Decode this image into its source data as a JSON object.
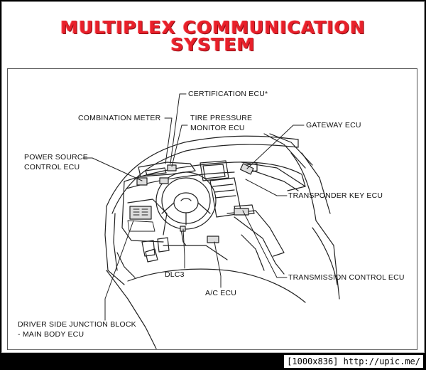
{
  "title": {
    "line1": "MULTIPLEX COMMUNICATION",
    "line2": "SYSTEM"
  },
  "labels": {
    "certification_ecu": "CERTIFICATION ECU*",
    "combination_meter": "COMBINATION METER",
    "tire_pressure_1": "TIRE PRESSURE",
    "tire_pressure_2": "MONITOR ECU",
    "gateway_ecu": "GATEWAY ECU",
    "power_source_1": "POWER SOURCE",
    "power_source_2": "CONTROL ECU",
    "transponder_key_ecu": "TRANSPONDER KEY ECU",
    "transmission_control_ecu": "TRANSMISSION CONTROL ECU",
    "dlc3": "DLC3",
    "ac_ecu": "A/C ECU",
    "junction_block_1": "DRIVER SIDE JUNCTION BLOCK",
    "junction_block_2": "- MAIN BODY ECU"
  },
  "footer": {
    "size": "[1000x836]",
    "url": "http://upic.me/"
  },
  "colors": {
    "title_red": "#e8202a",
    "line": "#222222"
  }
}
